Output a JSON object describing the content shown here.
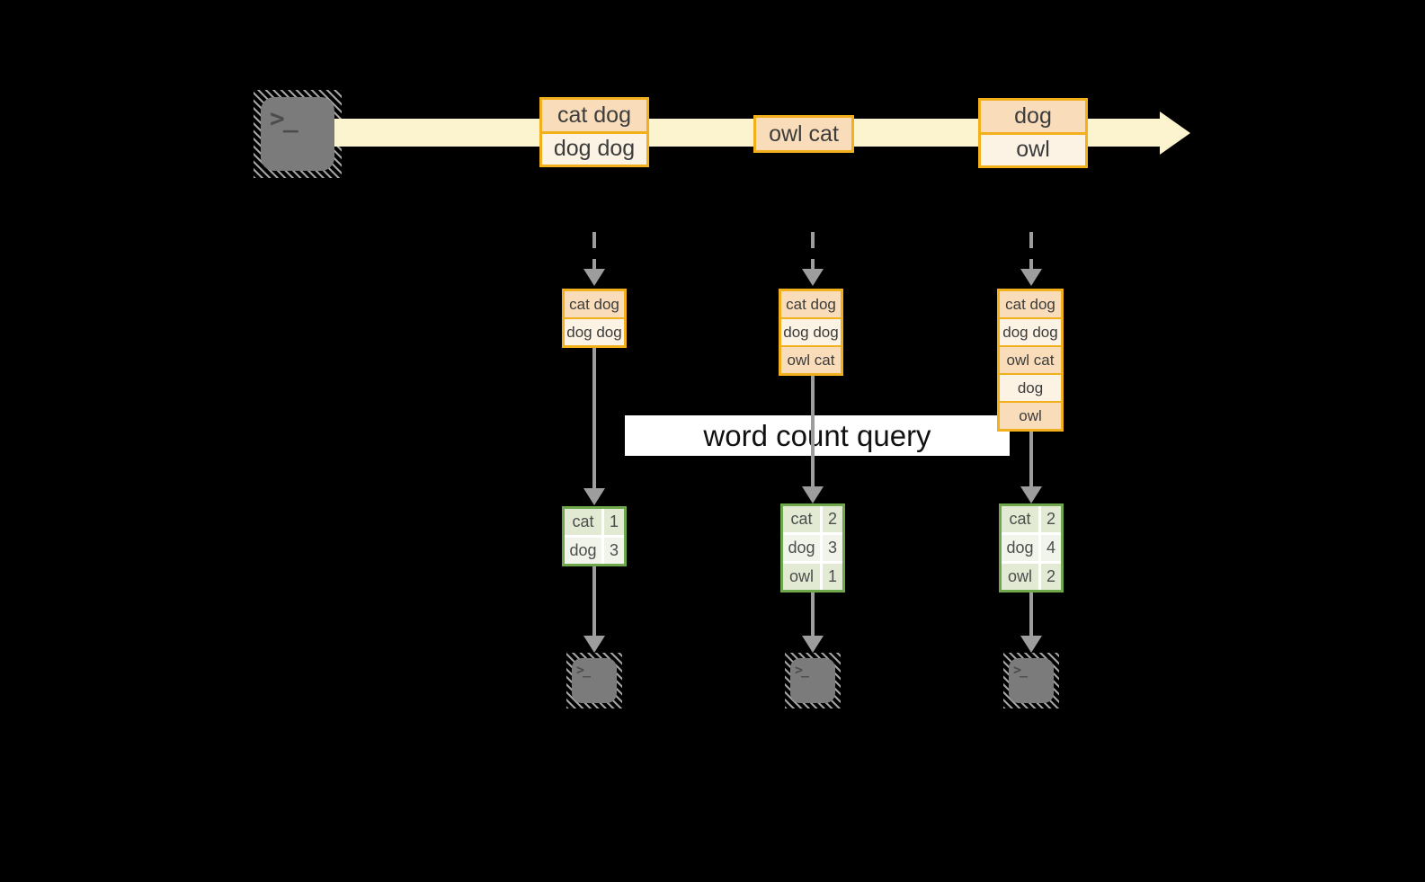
{
  "query_label": {
    "text": "word count query"
  },
  "icons": {
    "prompt_glyph": ">_"
  },
  "colors": {
    "gold": "#f3b01d",
    "peach": "#f9ddbb",
    "cream": "#fdf3e5",
    "stream_band": "#fcf3cf",
    "green_border": "#6fa74c",
    "green_cell_dark": "#e2ead4",
    "green_cell_light": "#f0f4ea",
    "arrow_gray": "#9d9d9d",
    "terminal_gray": "#7b7b7b"
  },
  "stream": {
    "events": [
      {
        "lines": [
          "cat dog",
          "dog dog"
        ]
      },
      {
        "lines": [
          "owl cat"
        ]
      },
      {
        "lines": [
          "dog",
          "owl"
        ]
      }
    ]
  },
  "columns": [
    {
      "buffer": [
        "cat dog",
        "dog dog"
      ],
      "counts": [
        {
          "word": "cat",
          "count": "1"
        },
        {
          "word": "dog",
          "count": "3"
        }
      ]
    },
    {
      "buffer": [
        "cat dog",
        "dog dog",
        "owl cat"
      ],
      "counts": [
        {
          "word": "cat",
          "count": "2"
        },
        {
          "word": "dog",
          "count": "3"
        },
        {
          "word": "owl",
          "count": "1"
        }
      ]
    },
    {
      "buffer": [
        "cat dog",
        "dog dog",
        "owl cat",
        "dog",
        "owl"
      ],
      "counts": [
        {
          "word": "cat",
          "count": "2"
        },
        {
          "word": "dog",
          "count": "4"
        },
        {
          "word": "owl",
          "count": "2"
        }
      ]
    }
  ]
}
